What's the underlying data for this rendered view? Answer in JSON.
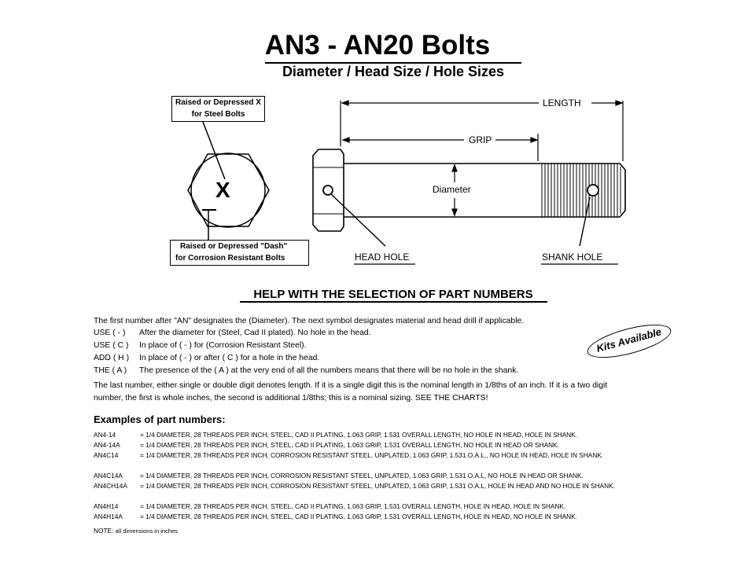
{
  "header": {
    "title": "AN3 - AN20 Bolts",
    "subtitle": "Diameter / Head Size / Hole Sizes"
  },
  "diagram": {
    "head_mark": "X",
    "callout_steel": [
      "Raised or Depressed X",
      "for Steel Bolts"
    ],
    "callout_cres": [
      "Raised or Depressed \"Dash\"",
      "for Corrosion Resistant Bolts"
    ],
    "label_length": "LENGTH",
    "label_grip": "GRIP",
    "label_diameter": "Diameter",
    "label_head_hole": "HEAD HOLE",
    "label_shank_hole": "SHANK HOLE"
  },
  "help": {
    "title": "HELP WITH THE SELECTION OF PART NUMBERS",
    "intro": "The first number after \"AN\" designates the (Diameter).  The next symbol designates material and head drill if applicable.",
    "rows": [
      {
        "key": "USE ( - )",
        "value": "After the diameter for (Steel, Cad II plated).  No hole in the head."
      },
      {
        "key": "USE ( C )",
        "value": "In place of ( - ) for (Corrosion Resistant Steel)."
      },
      {
        "key": "ADD ( H )",
        "value": "In place of ( - ) or after ( C ) for a hole in the head."
      },
      {
        "key": "THE ( A )",
        "value": "The presence of the ( A ) at the very end of all the numbers means that there will be no hole in the shank."
      }
    ],
    "length_line1": "The last number, either single or double digit denotes length.  If it is a single digit this is the nominal length in 1/8ths of an inch.  If it is a two digit",
    "length_line2": "number, the first is whole inches, the second is additional 1/8ths; this is a nominal sizing.   SEE THE CHARTS!",
    "kits_badge": "Kits Available"
  },
  "examples": {
    "title": "Examples of part numbers:",
    "items": [
      {
        "code": "AN4-14",
        "desc": "= 1/4 DIAMETER, 28 THREADS PER INCH, STEEL, CAD II PLATING, 1.063 GRIP, 1.531 OVERALL LENGTH, NO HOLE IN HEAD, HOLE IN SHANK."
      },
      {
        "code": "AN4-14A",
        "desc": "= 1/4 DIAMETER, 28 THREADS PER INCH, STEEL, CAD II PLATING, 1.063 GRIP, 1.531 OVERALL LENGTH, NO HOLE IN HEAD OR SHANK."
      },
      {
        "code": "AN4C14",
        "desc": "= 1/4 DIAMETER, 28 THREADS PER INCH, CORROSION RESISTANT STEEL, UNPLATED, 1.063 GRIP, 1.531 O.A.L., NO HOLE IN HEAD, HOLE IN SHANK."
      },
      {
        "code": "AN4C14A",
        "desc": "= 1/4 DIAMETER, 28 THREADS PER INCH, CORROSION RESISTANT STEEL, UNPLATED, 1.063 GRIP, 1.531 O.A.L, NO HOLE IN HEAD OR SHANK."
      },
      {
        "code": "AN4CH14A",
        "desc": "= 1/4 DIAMETER, 28 THREADS PER INCH, CORROSION RESISTANT STEEL, UNPLATED, 1.063 GRIP, 1.531 O.A.L, HOLE IN HEAD AND NO HOLE IN SHANK."
      },
      {
        "code": "AN4H14",
        "desc": "= 1/4 DIAMETER, 28 THREADS PER INCH, STEEL, CAD II PLATING, 1.063 GRIP, 1.531 OVERALL LENGTH, HOLE IN HEAD, HOLE IN SHANK."
      },
      {
        "code": "AN4H14A",
        "desc": "= 1/4 DIAMETER, 28 THREADS PER INCH, STEEL, CAD II PLATING, 1.063 GRIP, 1.531 OVERALL LENGTH, HOLE IN HEAD, NO HOLE IN SHANK."
      }
    ],
    "note_label": "NOTE:",
    "note_text": "all dimensions in inches"
  }
}
